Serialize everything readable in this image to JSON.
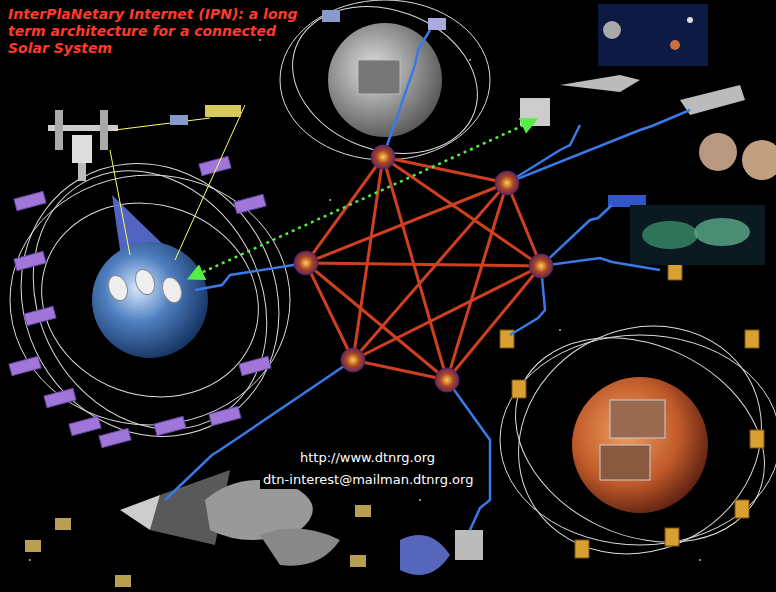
{
  "diagram": {
    "title": "InterPlaNetary Internet (IPN): a long term architecture for a connected Solar System",
    "labels": [
      "http://www.dtnrg.org",
      "dtn-interest@mailman.dtnrg.org"
    ]
  }
}
